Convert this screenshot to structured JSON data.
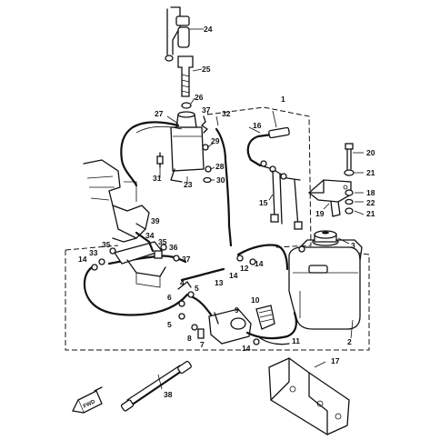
{
  "callouts": [
    {
      "id": "c24",
      "text": "24"
    },
    {
      "id": "c25",
      "text": "25"
    },
    {
      "id": "c26",
      "text": "26"
    },
    {
      "id": "c27",
      "text": "27"
    },
    {
      "id": "c37a",
      "text": "37"
    },
    {
      "id": "c32",
      "text": "32"
    },
    {
      "id": "c1",
      "text": "1"
    },
    {
      "id": "c16",
      "text": "16"
    },
    {
      "id": "c29",
      "text": "29"
    },
    {
      "id": "c28",
      "text": "28"
    },
    {
      "id": "c30",
      "text": "30"
    },
    {
      "id": "c31",
      "text": "31"
    },
    {
      "id": "c23",
      "text": "23"
    },
    {
      "id": "c20",
      "text": "20"
    },
    {
      "id": "c21a",
      "text": "21"
    },
    {
      "id": "c18",
      "text": "18"
    },
    {
      "id": "c22",
      "text": "22"
    },
    {
      "id": "c21b",
      "text": "21"
    },
    {
      "id": "c15",
      "text": "15"
    },
    {
      "id": "c19",
      "text": "19"
    },
    {
      "id": "c39",
      "text": "39"
    },
    {
      "id": "c34",
      "text": "34"
    },
    {
      "id": "c35a",
      "text": "35"
    },
    {
      "id": "c33",
      "text": "33"
    },
    {
      "id": "c35b",
      "text": "35"
    },
    {
      "id": "c36",
      "text": "36"
    },
    {
      "id": "c14a",
      "text": "14"
    },
    {
      "id": "c37b",
      "text": "37"
    },
    {
      "id": "c3",
      "text": "3"
    },
    {
      "id": "c12",
      "text": "12"
    },
    {
      "id": "c14b",
      "text": "14"
    },
    {
      "id": "c14c",
      "text": "14"
    },
    {
      "id": "c13",
      "text": "13"
    },
    {
      "id": "c4",
      "text": "4"
    },
    {
      "id": "c5a",
      "text": "5"
    },
    {
      "id": "c6",
      "text": "6"
    },
    {
      "id": "c10",
      "text": "10"
    },
    {
      "id": "c9",
      "text": "9"
    },
    {
      "id": "c2",
      "text": "2"
    },
    {
      "id": "c5b",
      "text": "5"
    },
    {
      "id": "c8",
      "text": "8"
    },
    {
      "id": "c7",
      "text": "7"
    },
    {
      "id": "c11",
      "text": "11"
    },
    {
      "id": "c14d",
      "text": "14"
    },
    {
      "id": "c17",
      "text": "17"
    },
    {
      "id": "c38",
      "text": "38"
    }
  ],
  "fwd_mark": "FWD"
}
